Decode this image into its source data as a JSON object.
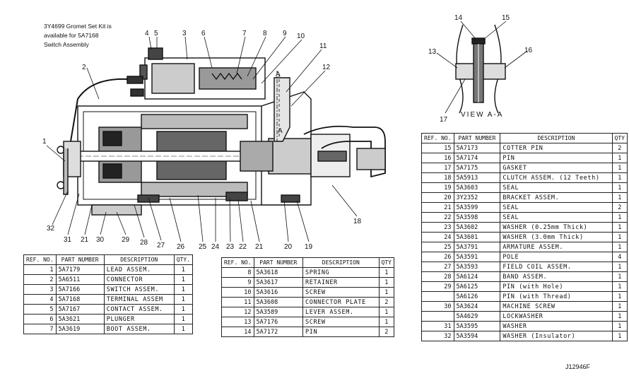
{
  "note": {
    "lines": [
      "3Y4699 Gromet Set Kit is",
      "available for 5A7168",
      "Switch Assembly"
    ]
  },
  "view_label": "VIEW  A-A",
  "drawing_number": "J12946F",
  "section_marks": [
    "A",
    "A"
  ],
  "callouts_main": [
    {
      "n": "2"
    },
    {
      "n": "1"
    },
    {
      "n": "4"
    },
    {
      "n": "5"
    },
    {
      "n": "3"
    },
    {
      "n": "6"
    },
    {
      "n": "7"
    },
    {
      "n": "8"
    },
    {
      "n": "9"
    },
    {
      "n": "10"
    },
    {
      "n": "11"
    },
    {
      "n": "12"
    },
    {
      "n": "18"
    },
    {
      "n": "32"
    },
    {
      "n": "31"
    },
    {
      "n": "21"
    },
    {
      "n": "30"
    },
    {
      "n": "29"
    },
    {
      "n": "28"
    },
    {
      "n": "27"
    },
    {
      "n": "26"
    },
    {
      "n": "25"
    },
    {
      "n": "24"
    },
    {
      "n": "23"
    },
    {
      "n": "22"
    },
    {
      "n": "21"
    },
    {
      "n": "20"
    },
    {
      "n": "19"
    }
  ],
  "callouts_view": [
    {
      "n": "14"
    },
    {
      "n": "15"
    },
    {
      "n": "13"
    },
    {
      "n": "16"
    },
    {
      "n": "17"
    }
  ],
  "tables": [
    {
      "headers": {
        "ref": "REF. NO.",
        "part": "PART NUMBER",
        "desc": "DESCRIPTION",
        "qty": "QTY."
      },
      "rows": [
        {
          "ref": "1",
          "part": "5A7179",
          "desc": "LEAD ASSEM.",
          "qty": "1"
        },
        {
          "ref": "2",
          "part": "5A6511",
          "desc": "CONNECTOR",
          "qty": "1"
        },
        {
          "ref": "3",
          "part": "5A7166",
          "desc": "SWITCH ASSEM.",
          "qty": "1"
        },
        {
          "ref": "4",
          "part": "5A7168",
          "desc": "  TERMINAL ASSEM",
          "qty": "1"
        },
        {
          "ref": "5",
          "part": "5A7167",
          "desc": "  CONTACT ASSEM.",
          "qty": "1"
        },
        {
          "ref": "6",
          "part": "5A3621",
          "desc": "PLUNGER",
          "qty": "1"
        },
        {
          "ref": "7",
          "part": "5A3619",
          "desc": "BOOT ASSEM.",
          "qty": "1"
        }
      ]
    },
    {
      "headers": {
        "ref": "REF. NO.",
        "part": "PART NUMBER",
        "desc": "DESCRIPTION",
        "qty": "QTY"
      },
      "rows": [
        {
          "ref": "8",
          "part": "5A3618",
          "desc": "SPRING",
          "qty": "1"
        },
        {
          "ref": "9",
          "part": "5A3617",
          "desc": "RETAINER",
          "qty": "1"
        },
        {
          "ref": "10",
          "part": "5A3616",
          "desc": "SCREW",
          "qty": "1"
        },
        {
          "ref": "11",
          "part": "5A3608",
          "desc": "CONNECTOR PLATE",
          "qty": "2"
        },
        {
          "ref": "12",
          "part": "5A3589",
          "desc": "LEVER ASSEM.",
          "qty": "1"
        },
        {
          "ref": "13",
          "part": "5A7176",
          "desc": "SCREW",
          "qty": "1"
        },
        {
          "ref": "14",
          "part": "5A7172",
          "desc": "PIN",
          "qty": "2"
        }
      ]
    },
    {
      "headers": {
        "ref": "REF. NO.",
        "part": "PART NUMBER",
        "desc": "DESCRIPTION",
        "qty": "QTY"
      },
      "rows": [
        {
          "ref": "15",
          "part": "5A7173",
          "desc": "COTTER PIN",
          "qty": "2"
        },
        {
          "ref": "16",
          "part": "5A7174",
          "desc": "PIN",
          "qty": "1"
        },
        {
          "ref": "17",
          "part": "5A7175",
          "desc": "GASKET",
          "qty": "1"
        },
        {
          "ref": "18",
          "part": "5A5913",
          "desc": "CLUTCH ASSEM. (12 Teeth)",
          "qty": "1"
        },
        {
          "ref": "19",
          "part": "5A3603",
          "desc": "SEAL",
          "qty": "1"
        },
        {
          "ref": "20",
          "part": "3Y2352",
          "desc": "BRACKET ASSEM.",
          "qty": "1"
        },
        {
          "ref": "21",
          "part": "5A3599",
          "desc": "SEAL",
          "qty": "2"
        },
        {
          "ref": "22",
          "part": "5A3598",
          "desc": "SEAL",
          "qty": "1"
        },
        {
          "ref": "23",
          "part": "5A3602",
          "desc": "WASHER (0.25mm Thick)",
          "qty": "1"
        },
        {
          "ref": "24",
          "part": "5A3601",
          "desc": "WASHER (3.0mm Thick)",
          "qty": "1"
        },
        {
          "ref": "25",
          "part": "5A3791",
          "desc": "ARMATURE ASSEM.",
          "qty": "1"
        },
        {
          "ref": "26",
          "part": "5A3591",
          "desc": "POLE",
          "qty": "4"
        },
        {
          "ref": "27",
          "part": "5A3593",
          "desc": "FIELD COIL ASSEM.",
          "qty": "1"
        },
        {
          "ref": "28",
          "part": "5A6124",
          "desc": "BAND ASSEM.",
          "qty": "1"
        },
        {
          "ref": "29",
          "part": "5A6125",
          "desc": "PIN (with Hole)",
          "qty": "1"
        },
        {
          "ref": "",
          "part": "5A6126",
          "desc": "PIN (with Thread)",
          "qty": "1"
        },
        {
          "ref": "30",
          "part": "5A3624",
          "desc": "MACHINE SCREW",
          "qty": "1"
        },
        {
          "ref": "",
          "part": "5A4629",
          "desc": "LOCKWASHER",
          "qty": "1"
        },
        {
          "ref": "31",
          "part": "5A3595",
          "desc": "WASHER",
          "qty": "1"
        },
        {
          "ref": "32",
          "part": "5A3594",
          "desc": "WASHER (Insulator)",
          "qty": "1"
        }
      ]
    }
  ]
}
